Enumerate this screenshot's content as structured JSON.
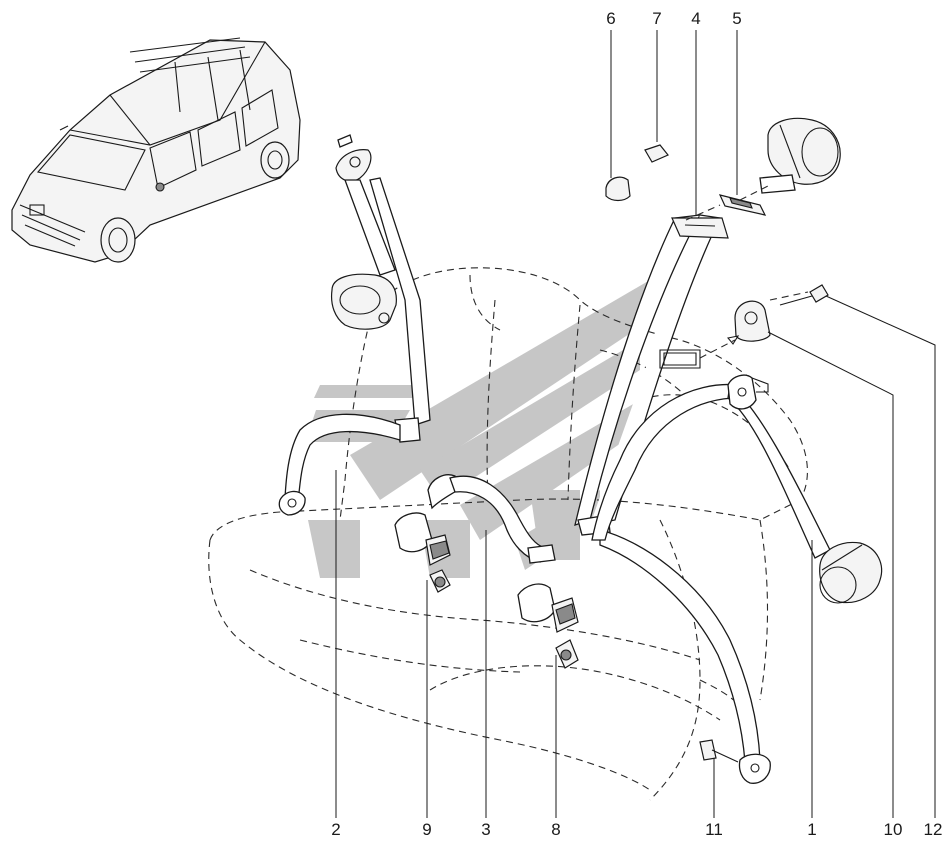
{
  "callouts": {
    "c1": "1",
    "c2": "2",
    "c3": "3",
    "c4": "4",
    "c5": "5",
    "c6": "6",
    "c7": "7",
    "c8": "8",
    "c9": "9",
    "c10": "10",
    "c11": "11",
    "c12": "12"
  },
  "colors": {
    "ink": "#1a1a1a",
    "watermark": "#b8b8b8",
    "background": "#ffffff"
  }
}
